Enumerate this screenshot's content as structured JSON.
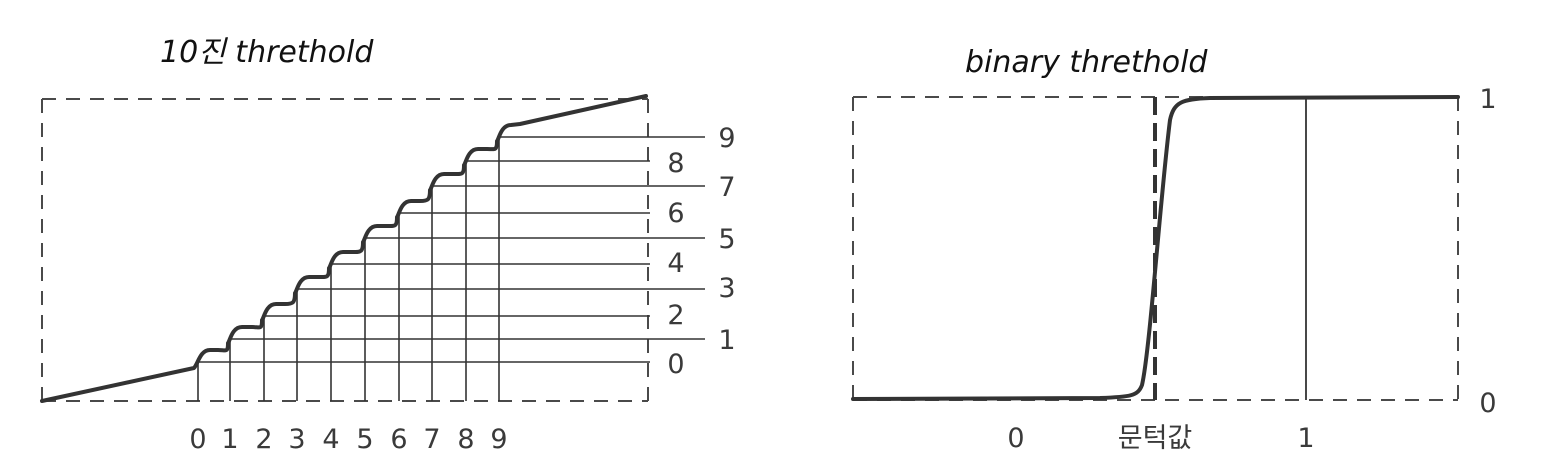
{
  "left_diagram": {
    "title": "10진 threthold",
    "x_labels": [
      "0",
      "1",
      "2",
      "3",
      "4",
      "5",
      "6",
      "7",
      "8",
      "9"
    ],
    "y_labels": [
      "0",
      "1",
      "2",
      "3",
      "4",
      "5",
      "6",
      "7",
      "8",
      "9"
    ]
  },
  "right_diagram": {
    "title": "binary threthold",
    "x_labels": [
      "0",
      "문턱값",
      "1"
    ],
    "y_labels": [
      "0",
      "1"
    ]
  },
  "colors": {
    "ink": "#333333",
    "dash": "#4a4a4a",
    "text": "#3a3a3a"
  }
}
